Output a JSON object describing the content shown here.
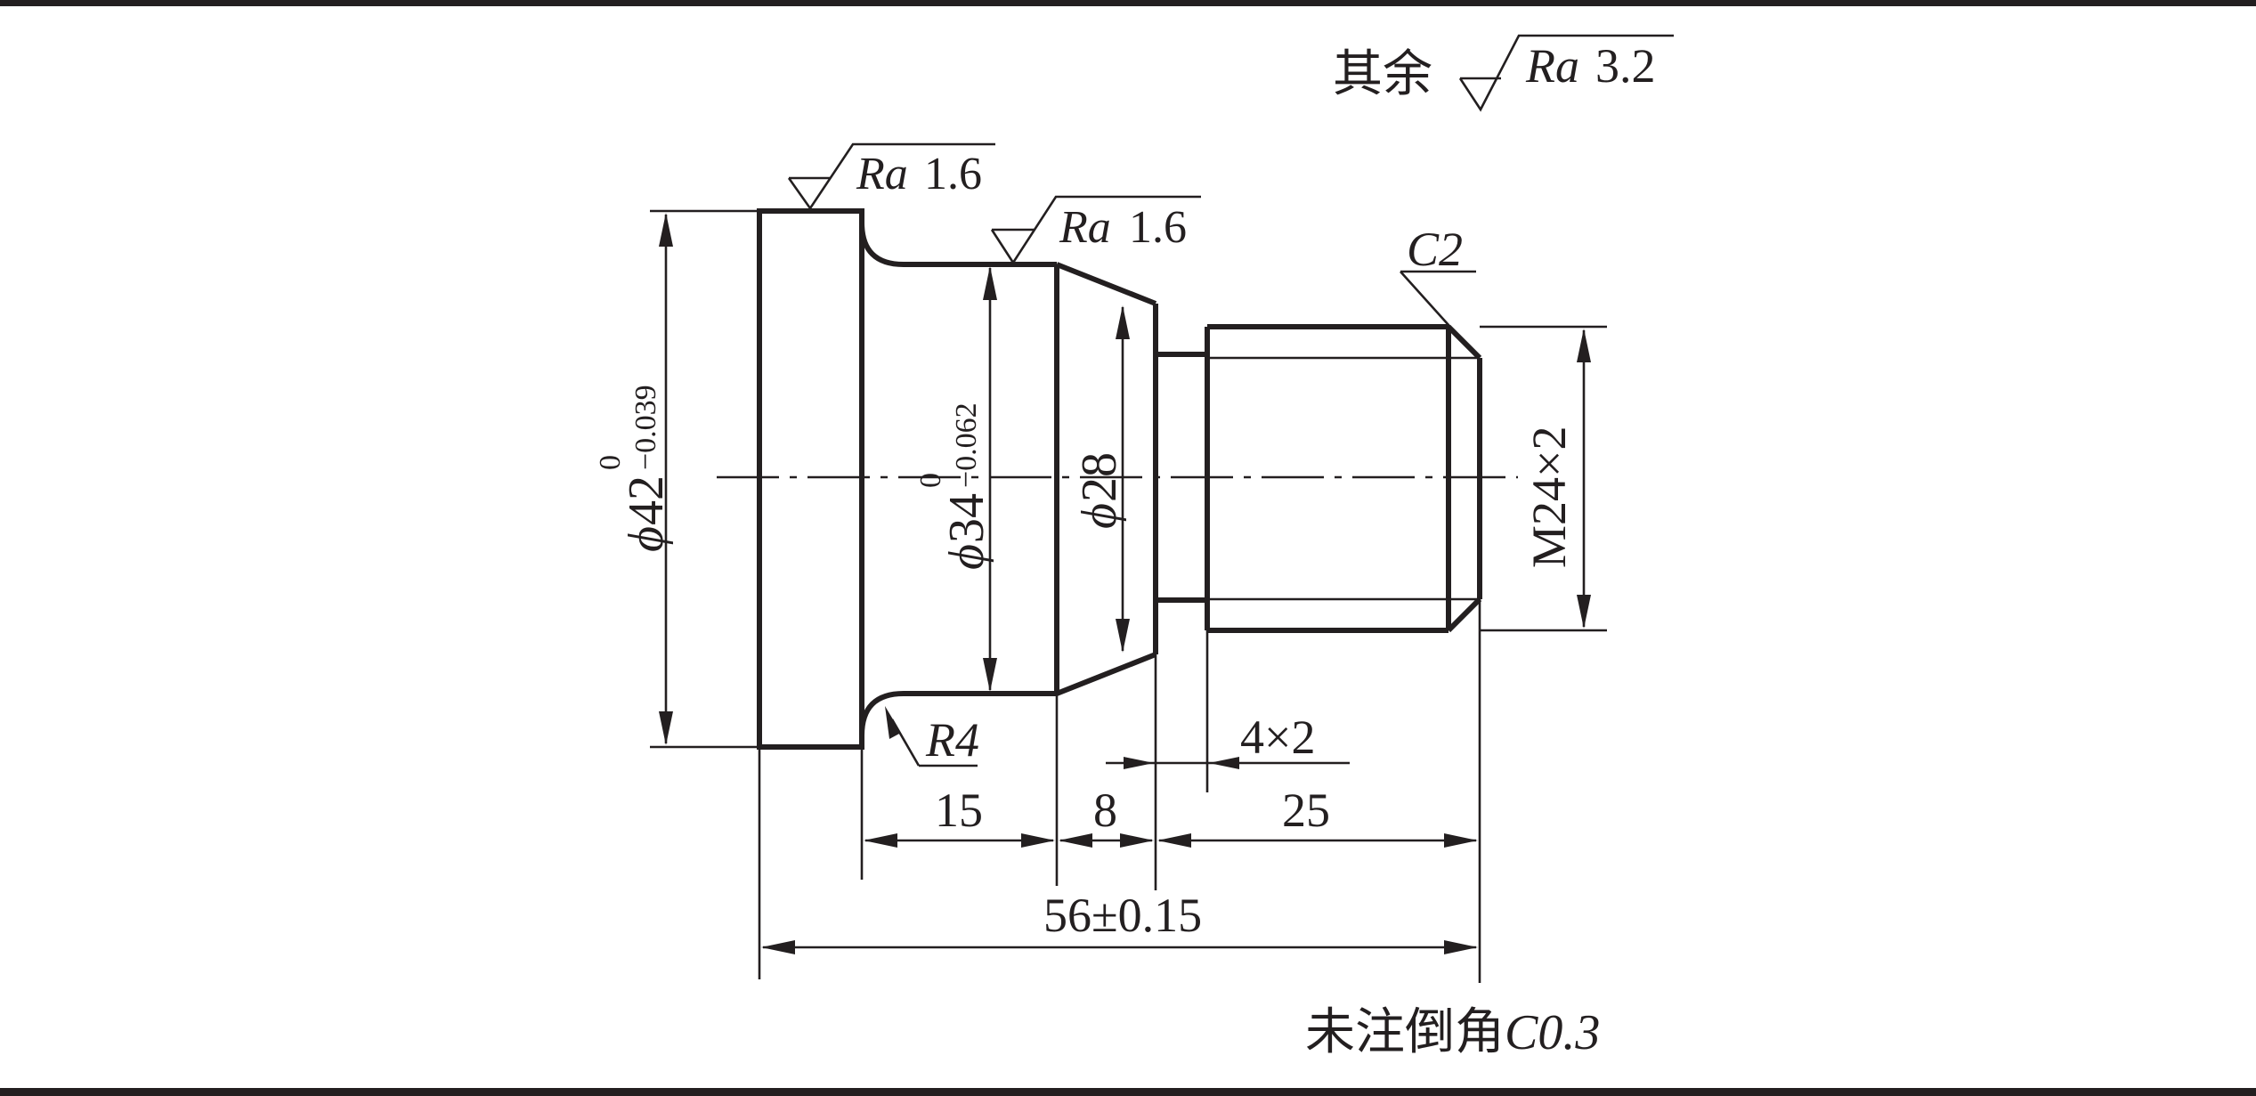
{
  "roughness": {
    "general_prefix": "其余",
    "general": {
      "symbol": "Ra",
      "value": "3.2"
    },
    "shoulder": {
      "symbol": "Ra",
      "value": "1.6"
    },
    "journal": {
      "symbol": "Ra",
      "value": "1.6"
    }
  },
  "dimensions": {
    "phi": "ϕ",
    "d42": {
      "nominal": "42",
      "upper": "0",
      "lower": "−0.039"
    },
    "d34": {
      "nominal": "34",
      "upper": "0",
      "lower": "−0.062"
    },
    "d28": {
      "nominal": "28"
    },
    "thread": "M24×2",
    "chamfer": "C2",
    "fillet": "R4",
    "groove": "4×2",
    "len_15": "15",
    "len_8": "8",
    "len_25": "25",
    "overall": "56±0.15"
  },
  "notes": {
    "prefix": "未注倒角",
    "chamfer": "C0.3"
  },
  "colors": {
    "ink": "#231f20",
    "paper": "#ffffff"
  }
}
